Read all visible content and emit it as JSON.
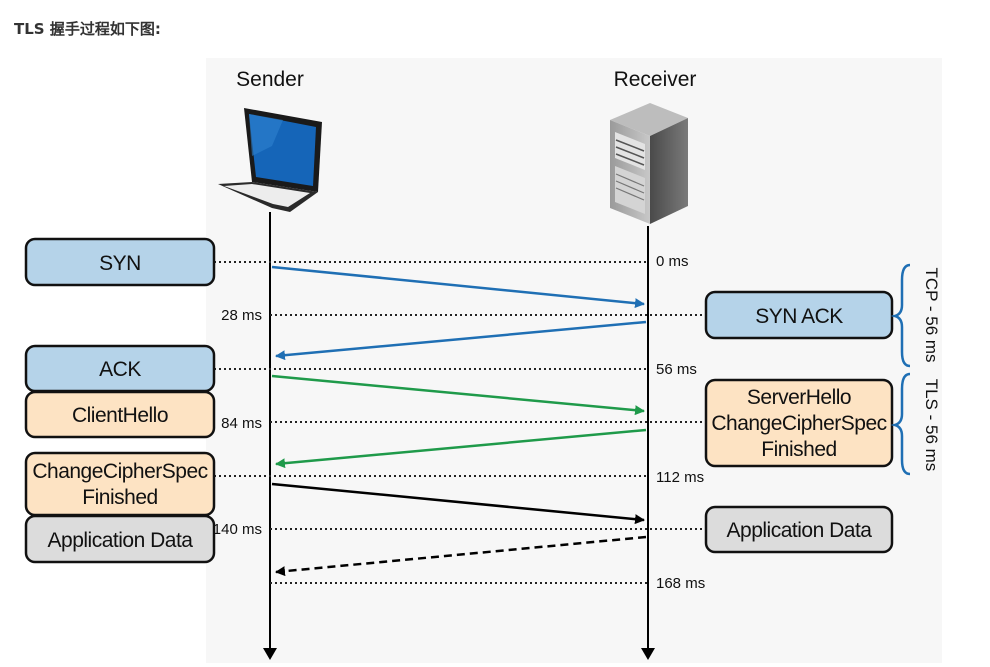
{
  "heading": "TLS 握手过程如下图:",
  "parties": {
    "sender": "Sender",
    "receiver": "Receiver"
  },
  "colors": {
    "tcp": "#1f6fb4",
    "tls": "#1f9a4a",
    "data": "#000000",
    "box_blue": "#b5d3e9",
    "box_orange": "#fde3c3",
    "box_gray": "#dcdcdc",
    "brace": "#1f6fb4"
  },
  "sender_boxes": [
    {
      "lines": [
        "SYN"
      ],
      "style": "blue"
    },
    {
      "lines": [
        "ACK"
      ],
      "style": "blue"
    },
    {
      "lines": [
        "ClientHello"
      ],
      "style": "orange"
    },
    {
      "lines": [
        "ChangeCipherSpec",
        "Finished"
      ],
      "style": "orange"
    },
    {
      "lines": [
        "Application Data"
      ],
      "style": "gray"
    }
  ],
  "receiver_boxes": [
    {
      "lines": [
        "SYN ACK"
      ],
      "style": "blue"
    },
    {
      "lines": [
        "ServerHello",
        "ChangeCipherSpec",
        "Finished"
      ],
      "style": "orange"
    },
    {
      "lines": [
        "Application Data"
      ],
      "style": "gray"
    }
  ],
  "times": [
    "0 ms",
    "28 ms",
    "56 ms",
    "84 ms",
    "112 ms",
    "140 ms",
    "168 ms"
  ],
  "messages": [
    {
      "from": "sender",
      "to": "receiver",
      "phase": "tcp",
      "dashed": false
    },
    {
      "from": "receiver",
      "to": "sender",
      "phase": "tcp",
      "dashed": false
    },
    {
      "from": "sender",
      "to": "receiver",
      "phase": "tls",
      "dashed": false
    },
    {
      "from": "receiver",
      "to": "sender",
      "phase": "tls",
      "dashed": false
    },
    {
      "from": "sender",
      "to": "receiver",
      "phase": "data",
      "dashed": false
    },
    {
      "from": "receiver",
      "to": "sender",
      "phase": "data",
      "dashed": true
    }
  ],
  "brackets": [
    {
      "label": "TCP - 56 ms"
    },
    {
      "label": "TLS - 56 ms"
    }
  ],
  "icons": {
    "sender": "laptop-icon",
    "receiver": "server-tower-icon"
  }
}
